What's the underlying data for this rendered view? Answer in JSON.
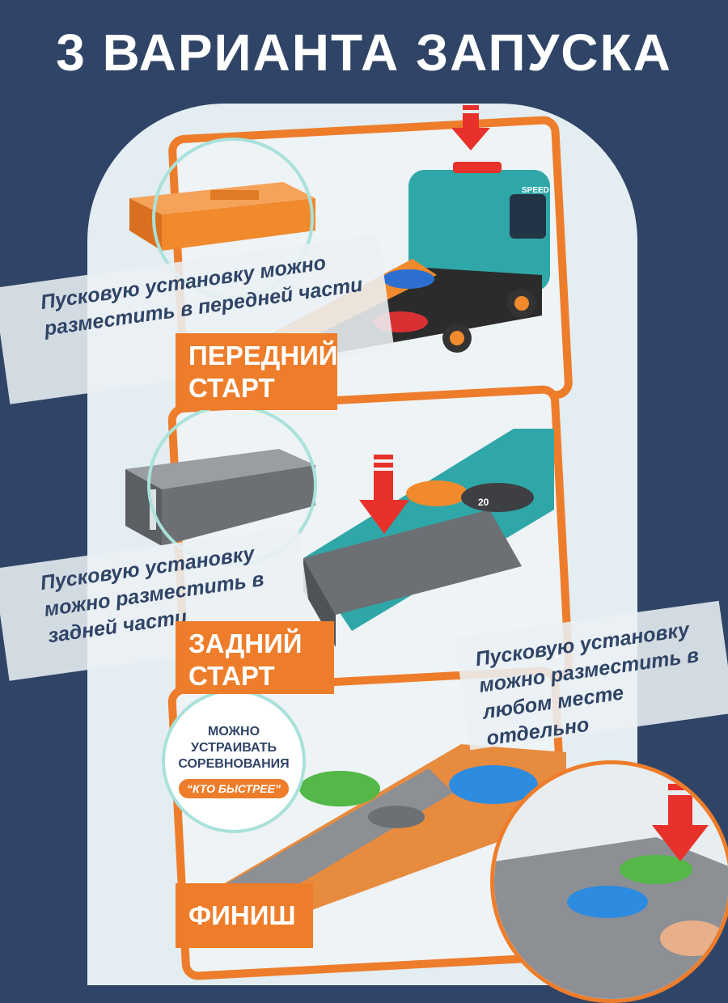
{
  "title": "3 ВАРИАНТА ЗАПУСКА",
  "sections": [
    {
      "label_line1": "ПЕРЕДНИЙ",
      "label_line2": "СТАРТ",
      "caption": "Пусковую установку можно разместить в передней части"
    },
    {
      "label_line1": "ЗАДНИЙ",
      "label_line2": "СТАРТ",
      "caption": "Пусковую установку можно разместить в задней части"
    },
    {
      "label_line1": "ФИНИШ",
      "label_line2": "",
      "caption": "Пусковую установку можно разместить в любом месте отдельно"
    }
  ],
  "race_badge": {
    "text": "МОЖНО УСТРАИВАТЬ СОРЕВНОВАНИЯ",
    "tag": "“КТО БЫСТРЕЕ”"
  },
  "truck_text": "SPEED",
  "car_number": "20",
  "colors": {
    "background": "#2f4466",
    "panel": "#e3edf2",
    "accent": "#ee7d2b",
    "teal": "#2fa7a8",
    "arrow_red": "#e8312a",
    "launcher_orange": "#f08a2c",
    "launcher_gray": "#6c6f73"
  }
}
